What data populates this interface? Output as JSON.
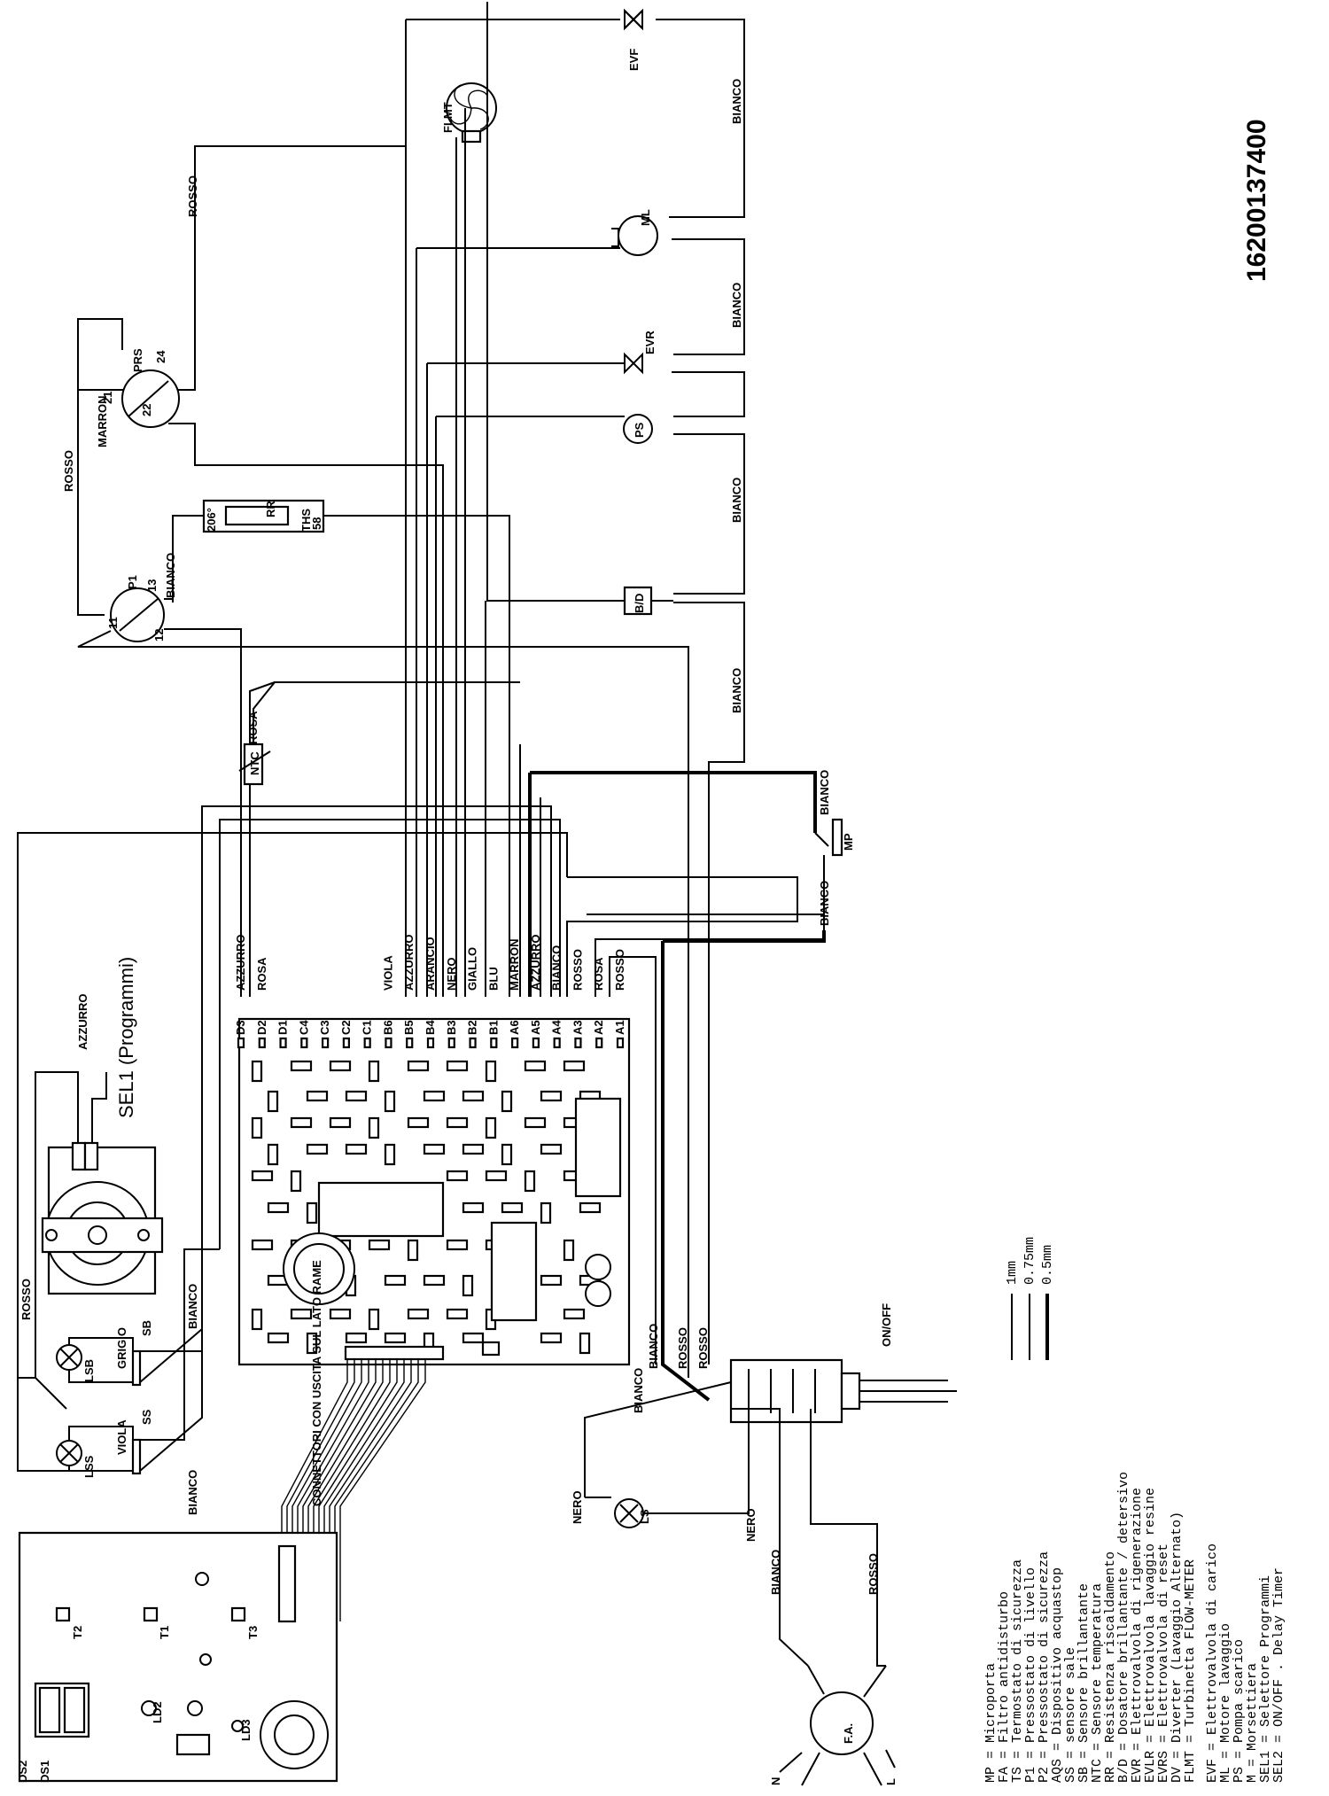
{
  "drawing": {
    "code": "16200137400",
    "sel1_title": "SEL1 (Programmi)",
    "on_off": "ON/OFF",
    "connettori": "CONNETTORI CON USCITA SUL LATO RAME"
  },
  "components": {
    "EVF": "EVF",
    "FLMT": "FLMT",
    "ML": "ML",
    "EVR": "EVR",
    "PS": "PS",
    "PRS": "PRS",
    "RR": "RR",
    "THS": "THS",
    "BD": "B/D",
    "P1": "P1",
    "NTC": "NTC",
    "MP": "MP",
    "LS": "LS",
    "FA": "F.A.",
    "LSB": "LSB",
    "LSS": "LSS",
    "SB": "SB",
    "SS": "SS",
    "N": "N",
    "L": "L",
    "T1": "T1",
    "T2": "T2",
    "T3": "T3",
    "LD2": "LD2",
    "LD3": "LD3",
    "DS1": "DS1",
    "DS2": "DS2"
  },
  "pins": {
    "prs_21": "21",
    "prs_22": "22",
    "prs_24": "24",
    "p1_11": "11",
    "p1_12": "12",
    "p1_13": "13",
    "ths_206": "206°",
    "ths_58": "58"
  },
  "wires": {
    "rosso": "ROSSO",
    "bianco": "BIANCO",
    "marron": "MARRON",
    "azzurro": "AZZURRO",
    "rosa": "ROSA",
    "viola": "VIOLA",
    "grigio": "GRIGIO",
    "nero": "NERO",
    "arancio": "ARANCIO",
    "giallo": "GIALLO",
    "blu": "BLU"
  },
  "board_connectors": [
    {
      "pin": "D3",
      "wire": "AZZURRO"
    },
    {
      "pin": "D2",
      "wire": "ROSA"
    },
    {
      "pin": "D1",
      "wire": ""
    },
    {
      "pin": "C4",
      "wire": ""
    },
    {
      "pin": "C3",
      "wire": ""
    },
    {
      "pin": "C2",
      "wire": ""
    },
    {
      "pin": "C1",
      "wire": ""
    },
    {
      "pin": "B6",
      "wire": "VIOLA"
    },
    {
      "pin": "B5",
      "wire": "AZZURRO"
    },
    {
      "pin": "B4",
      "wire": "ARANCIO"
    },
    {
      "pin": "B3",
      "wire": "NERO"
    },
    {
      "pin": "B2",
      "wire": "GIALLO"
    },
    {
      "pin": "B1",
      "wire": "BLU"
    },
    {
      "pin": "A6",
      "wire": "MARRON"
    },
    {
      "pin": "A5",
      "wire": "AZZURRO"
    },
    {
      "pin": "A4",
      "wire": "BIANCO"
    },
    {
      "pin": "A3",
      "wire": "ROSSO"
    },
    {
      "pin": "A2",
      "wire": "ROSA"
    },
    {
      "pin": "A1",
      "wire": "ROSSO"
    }
  ],
  "wire_gauges": [
    "1mm",
    "0.75mm",
    "0.5mm"
  ],
  "legend_1": [
    "MP = Microporta",
    "FA = Filtro antidisturbo",
    "TS = Termostato di sicurezza",
    "P1 = Pressostato di livello",
    "P2 = Pressostato di sicurezza",
    "AQS = Dispositivo acquastop",
    "SS = sensore sale",
    "SB = Sensore brillantante",
    "NTC = Sensore temperatura",
    "RR = Resistenza riscaldamento",
    "B/D = Dosatore brillantante / detersivo",
    "EVR = Elettrovalvola di rigenerazione",
    "EVLR = Elettrovalvola lavaggio resine",
    "EVRS = Elettrovalvola di reset",
    "DV = Diverter (Lavaggio Alternato)",
    "FLMT = Turbinetta FLOW-METER"
  ],
  "legend_2": [
    "EVF = Elettrovalvola di carico",
    "ML = Motore lavaggio",
    "PS = Pompa scarico",
    "M = Morsettiera",
    "SEL1 = Selettore Programmi",
    "SEL2 = ON/OFF . Delay Timer"
  ]
}
